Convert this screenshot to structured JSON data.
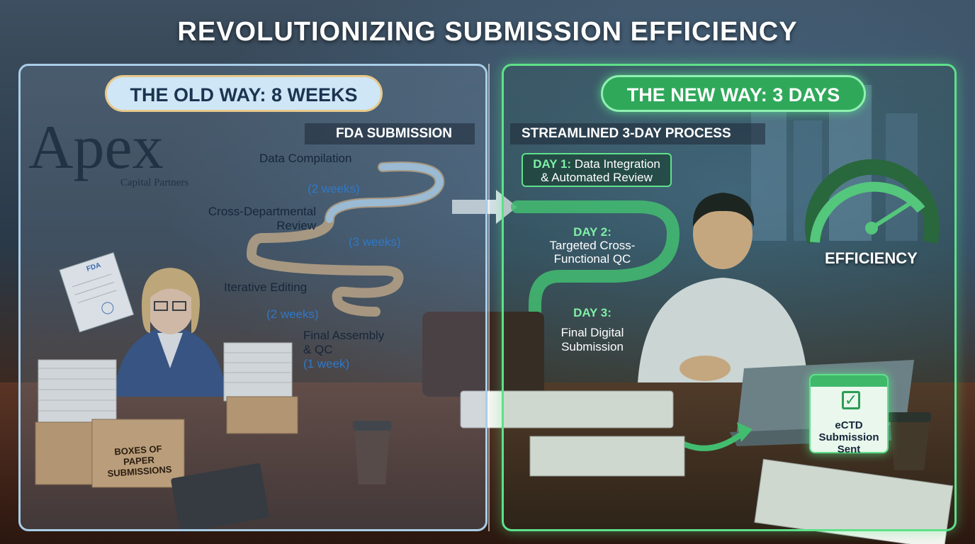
{
  "title": "REVOLUTIONIZING SUBMISSION EFFICIENCY",
  "old_way": {
    "badge": "THE OLD WAY: 8 WEEKS",
    "logo": {
      "name": "Apex",
      "tagline": "Capital Partners"
    },
    "heading": "FDA SUBMISSION",
    "steps": [
      {
        "label": "Data Compilation",
        "duration": "(2 weeks)"
      },
      {
        "label_line1": "Cross-Departmental",
        "label_line2": "Review",
        "duration": "(3 weeks)"
      },
      {
        "label": "Iterative Editing",
        "duration": "(2 weeks)"
      },
      {
        "label_line1": "Final Assembly",
        "label_line2": "& QC",
        "duration": "(1 week)"
      }
    ],
    "boxes_label_line1": "BOXES OF PAPER",
    "boxes_label_line2": "SUBMISSIONS",
    "doc_stamp": "FDA"
  },
  "new_way": {
    "badge": "THE NEW WAY: 3 DAYS",
    "heading": "STREAMLINED 3-DAY PROCESS",
    "steps": [
      {
        "day": "DAY 1:",
        "label_line1": "Data Integration",
        "label_line2": "& Automated Review"
      },
      {
        "day": "DAY 2:",
        "label_line1": "Targeted Cross-",
        "label_line2": "Functional QC"
      },
      {
        "day": "DAY 3:",
        "label_line1": "Final Digital",
        "label_line2": "Submission"
      }
    ],
    "gauge_label": "EFFICIENCY",
    "ectd_line1": "eCTD",
    "ectd_line2": "Submission",
    "ectd_line3": "Sent"
  },
  "colors": {
    "old_accent": "#a9cde8",
    "new_accent": "#5fe08a",
    "duration_blue": "#2f78c8",
    "day_green": "#7ff0a6"
  },
  "icons": [
    "paper-document-icon",
    "coffee-cup-icon",
    "checkbox-icon",
    "gauge-icon",
    "arrow-icon"
  ]
}
